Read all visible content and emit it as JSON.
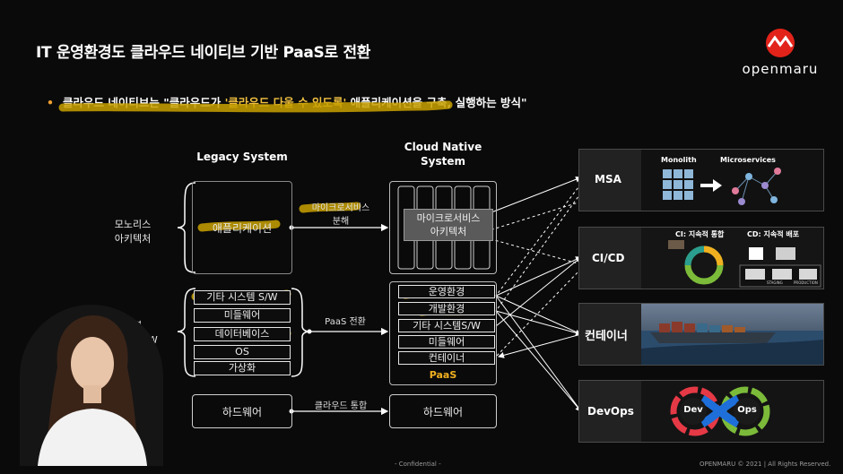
{
  "slide": {
    "title": "IT 운영환경도 클라우드 네이티브 기반 PaaS로 전환",
    "bullet": {
      "prefix": "클라우드 네이티브는 \"클라우드가 ",
      "highlight": "'클라우드 다울 수 있도록'",
      "suffix": " 애플리케이션을 구축, 실행하는 방식\""
    },
    "logo_text": "openmaru",
    "footer_center": "- Confidential -",
    "footer_right": "OPENMARU © 2021 | All Rights Reserved."
  },
  "legacy": {
    "header": "Legacy System",
    "monolith_label_line1": "모노리스",
    "monolith_label_line2": "아키텍처",
    "app_box": "애플리케이션",
    "individual_label_line1": "개별",
    "individual_label_line2": "시스템 S/W",
    "stack": [
      "기타 시스템 S/W",
      "미들웨어",
      "데이터베이스",
      "OS",
      "가상화"
    ],
    "hardware": "하드웨어"
  },
  "arrows": {
    "microservice_line1": "마이크로서비스",
    "microservice_line2": "분해",
    "paas_transition": "PaaS 전환",
    "cloud_integration": "클라우드 통합"
  },
  "cloud": {
    "header_line1": "Cloud Native",
    "header_line2": "System",
    "msa_line1": "마이크로서비스",
    "msa_line2": "아키텍처",
    "stack": [
      "운영환경",
      "개발환경",
      "기타 시스템S/W",
      "미들웨어",
      "컨테이너"
    ],
    "paas_label": "PaaS",
    "hardware": "하드웨어"
  },
  "panels": [
    {
      "label": "MSA",
      "caption_a": "Monolith",
      "caption_b": "Microservices"
    },
    {
      "label": "CI/CD",
      "caption_a": "CI: 지속적 통합",
      "caption_b": "CD: 지속적 배포",
      "tags": [
        "STAGING",
        "PRODUCTION"
      ]
    },
    {
      "label": "컨테이너"
    },
    {
      "label": "DevOps",
      "caption_a": "Dev",
      "caption_b": "Ops"
    }
  ],
  "colors": {
    "highlight_stroke": "#c9a100",
    "bullet_accent": "#f0a030",
    "paas_label": "#f0b020",
    "logo_red": "#e2231a"
  }
}
